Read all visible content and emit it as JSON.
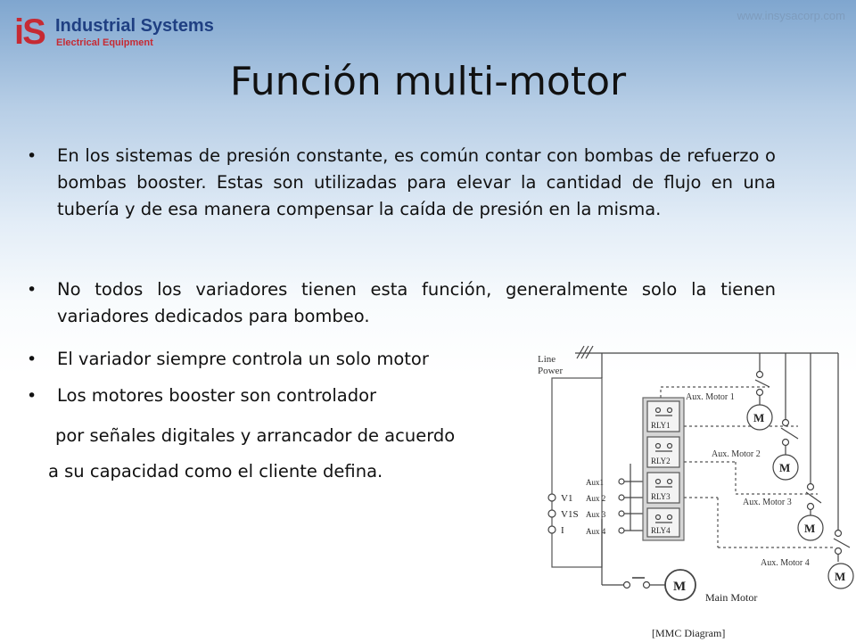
{
  "header": {
    "logo_mark": "iS",
    "company": "Industrial Systems",
    "tagline": "Electrical Equipment",
    "url": "www.insysacorp.com"
  },
  "title": "Función multi-motor",
  "bullets": [
    "En los sistemas de presión constante, es común contar con bombas de refuerzo o bombas booster. Estas son utilizadas para elevar la cantidad de flujo en una tubería y de esa manera compensar la caída de presión en la misma.",
    "No todos los variadores tienen esta función, generalmente solo la tienen variadores dedicados para bombeo.",
    "El variador siempre controla un solo motor",
    "Los motores booster son controlador"
  ],
  "continuation": [
    "por señales digitales y arrancador de acuerdo",
    "a su capacidad como el cliente defina."
  ],
  "diagram": {
    "line_power": [
      "Line",
      "Power"
    ],
    "inputs": [
      "V1",
      "V1S",
      "I"
    ],
    "aux_terminals": [
      "Aux1",
      "Aux 2",
      "Aux 3",
      "Aux 4"
    ],
    "relays": [
      "RLY1",
      "RLY2",
      "RLY3",
      "RLY4"
    ],
    "aux_motors": [
      "Aux. Motor 1",
      "Aux. Motor 2",
      "Aux. Motor 3",
      "Aux. Motor 4"
    ],
    "motor_symbol": "M",
    "main_motor": "Main Motor",
    "caption": "[MMC Diagram]"
  }
}
